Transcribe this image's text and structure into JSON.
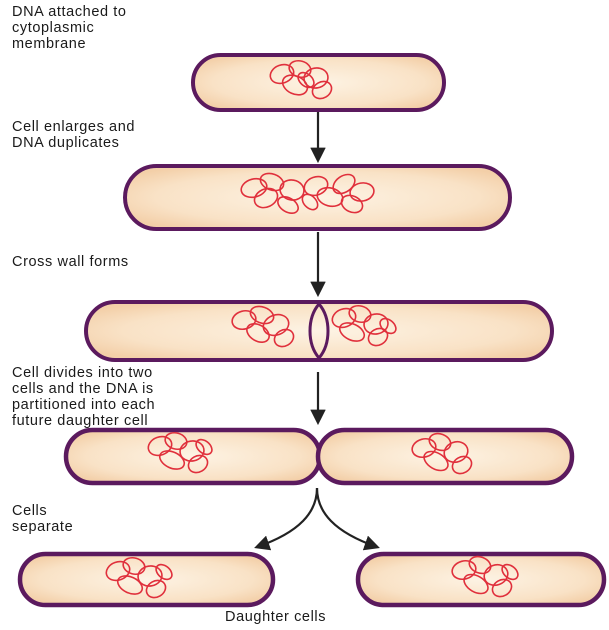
{
  "steps": [
    {
      "label": "DNA attached to\ncytoplasmic\nmembrane"
    },
    {
      "label": "Cell enlarges and\nDNA duplicates"
    },
    {
      "label": "Cross wall forms"
    },
    {
      "label": "Cell divides into two\ncells and the DNA is\npartitioned into each\nfuture daughter cell"
    },
    {
      "label": "Cells\nseparate"
    }
  ],
  "footer": {
    "label": "Daughter cells"
  },
  "colors": {
    "membrane": "#5b1a5e",
    "cytoplasm_center": "#fdf3e4",
    "cytoplasm_edge": "#f3cfa8",
    "dna": "#e0303c",
    "arrow": "#222222",
    "text": "#1a1a1a"
  }
}
